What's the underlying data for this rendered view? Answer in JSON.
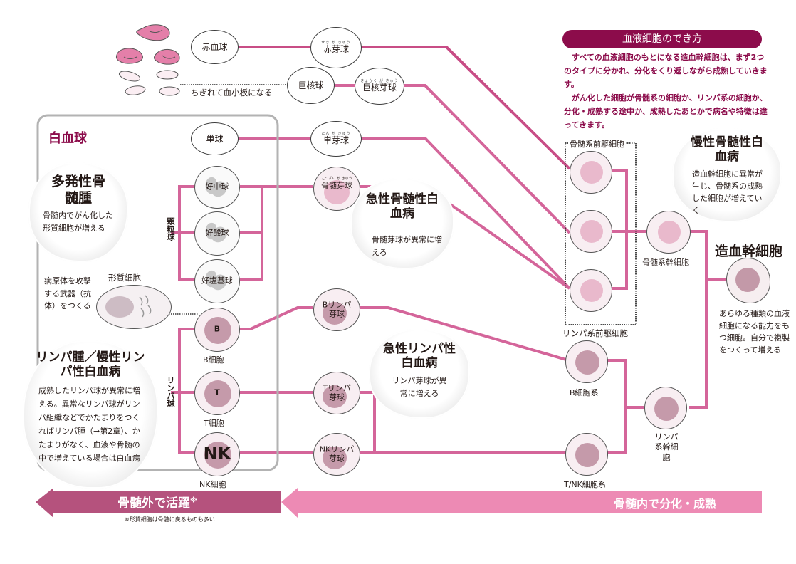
{
  "info_panel": {
    "title": "血液細胞のでき方",
    "paragraph1": "　すべての血液細胞のもとになる造血幹細胞は、まず2つのタイプに分かれ、分化をくり返しながら成熟していきます。",
    "paragraph2": "　がん化した細胞が骨髄系の細胞か、リンパ系の細胞か、分化・成熟する途中か、成熟したあとかで病名や特徴は違ってきます。"
  },
  "top_row": {
    "rbc": "赤血球",
    "erythroblast": {
      "label": "赤芽球",
      "ruby": "せき が きゅう"
    },
    "megakaryocyte": "巨核球",
    "megakaryoblast": {
      "label": "巨核芽球",
      "ruby": "きょかく が きゅう"
    },
    "platelet_note": "ちぎれて血小板になる"
  },
  "wbc_box": {
    "title": "白血球",
    "monocyte": "単球",
    "neutrophil": "好中球",
    "eosinophil": "好酸球",
    "basophil": "好塩基球",
    "granulocyte_label": "顆粒球",
    "lymphocyte_label": "リンパ球",
    "plasma_cell": "形質細胞",
    "plasma_note": "病原体を攻撃する武器（抗体）をつくる",
    "b_cell": {
      "letter": "B",
      "label": "B細胞"
    },
    "t_cell": {
      "letter": "T",
      "label": "T細胞"
    },
    "nk_cell": {
      "letter": "NK",
      "label": "NK細胞"
    }
  },
  "blasts": {
    "monoblast": {
      "label": "単芽球",
      "ruby": "たん が きゅう"
    },
    "myeloblast": {
      "label": "骨髄芽球",
      "ruby": "こつずい が きゅう"
    },
    "b_lymphoblast": "Bリンパ芽球",
    "t_lymphoblast": "Tリンパ芽球",
    "nk_lymphoblast": "NKリンパ芽球"
  },
  "progenitors": {
    "myeloid_label": "骨髄系前駆細胞",
    "lymphoid_label": "リンパ系前駆細胞",
    "b_lineage": "B細胞系",
    "tnk_lineage": "T/NK細胞系",
    "myeloid_stem": "骨髄系幹細胞",
    "lymphoid_stem": "リンパ系幹細胞",
    "hsc_title": "造血幹細胞",
    "hsc_desc": "あらゆる種類の血液細胞になる能力をもつ細胞。自分で複製をつくって増える"
  },
  "clouds": {
    "myeloma": {
      "title": "多発性骨髄腫",
      "body": "骨髄内でがん化した形質細胞が増える"
    },
    "aml": {
      "title": "急性骨髄性白血病",
      "body": "骨髄芽球が異常に増える"
    },
    "cml": {
      "title": "慢性骨髄性白血病",
      "body": "造血幹細胞に異常が生じ、骨髄系の成熟した細胞が増えていく"
    },
    "all": {
      "title": "急性リンパ性白血病",
      "body": "リンパ芽球が異常に増える"
    },
    "lymphoma": {
      "title": "リンパ腫／慢性リンパ性白血病",
      "body": "成熟したリンパ球が異常に増える。異常なリンパ球がリンパ組織などでかたまりをつくればリンパ腫（→第2章）、かたまりがなく、血液や骨髄の中で増えている場合は白血病"
    }
  },
  "arrows": {
    "outside": "骨髄外で活躍",
    "outside_mark": "※",
    "outside_note": "※形質細胞は骨髄に戻るものも多い",
    "inside": "骨髄内で分化・成熟"
  },
  "colors": {
    "line": "#d4659a",
    "dark_line": "#c84d86",
    "panel_title": "#8c0c4b",
    "arrow_outside": "#b5527d",
    "arrow_inside": "#ed8ab4",
    "rbc": "#e47fa9"
  }
}
